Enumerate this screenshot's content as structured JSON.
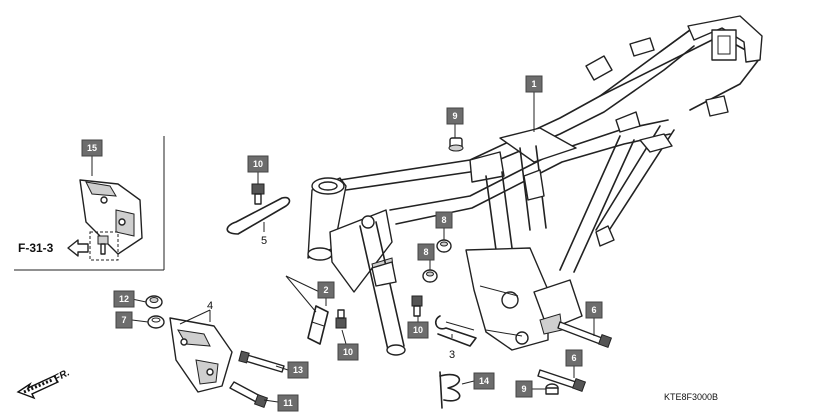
{
  "callouts": [
    {
      "id": "c1",
      "label": "1"
    },
    {
      "id": "c2",
      "label": "2"
    },
    {
      "id": "c6a",
      "label": "6"
    },
    {
      "id": "c6b",
      "label": "6"
    },
    {
      "id": "c7",
      "label": "7"
    },
    {
      "id": "c8a",
      "label": "8"
    },
    {
      "id": "c8b",
      "label": "8"
    },
    {
      "id": "c9a",
      "label": "9"
    },
    {
      "id": "c9b",
      "label": "9"
    },
    {
      "id": "c10a",
      "label": "10"
    },
    {
      "id": "c10b",
      "label": "10"
    },
    {
      "id": "c10c",
      "label": "10"
    },
    {
      "id": "c11",
      "label": "11"
    },
    {
      "id": "c12",
      "label": "12"
    },
    {
      "id": "c13",
      "label": "13"
    },
    {
      "id": "c14",
      "label": "14"
    },
    {
      "id": "c15",
      "label": "15"
    }
  ],
  "plain_numbers": {
    "n3": "3",
    "n4": "4",
    "n5": "5"
  },
  "reference": "F-31-3",
  "direction": "FR.",
  "drawing_code": "KTE8F3000B"
}
